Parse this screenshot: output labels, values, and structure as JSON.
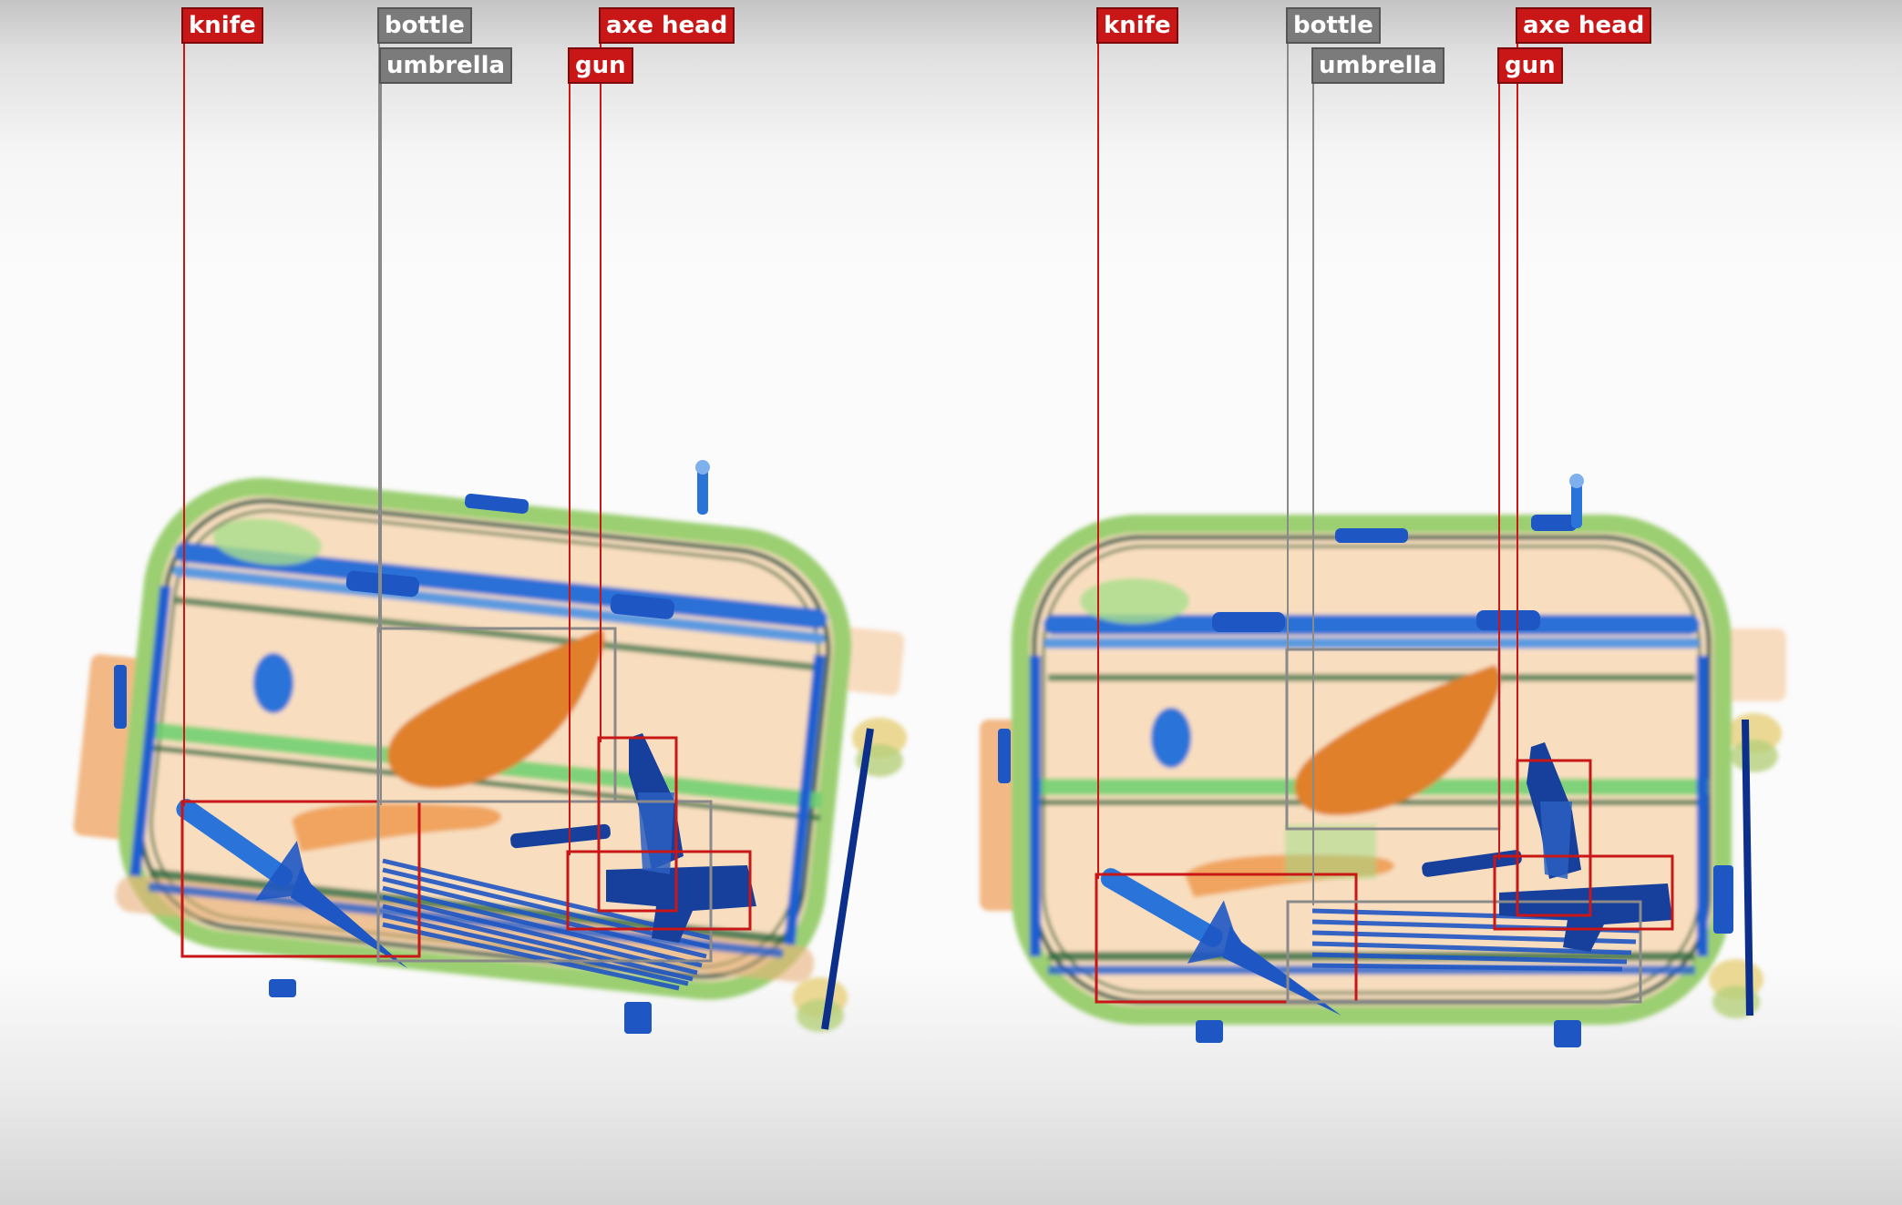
{
  "colors": {
    "threat": "#c91616",
    "benign": "#7b7b7b",
    "organic": "#e8923c",
    "mixed": "#7fcf6a",
    "metal": "#1d5fd0",
    "dense_metal": "#0b2f8a"
  },
  "panels": [
    {
      "labels": [
        {
          "text": "knife",
          "kind": "threat"
        },
        {
          "text": "bottle",
          "kind": "benign"
        },
        {
          "text": "umbrella",
          "kind": "benign"
        },
        {
          "text": "axe head",
          "kind": "threat"
        },
        {
          "text": "gun",
          "kind": "threat"
        }
      ]
    },
    {
      "labels": [
        {
          "text": "knife",
          "kind": "threat"
        },
        {
          "text": "bottle",
          "kind": "benign"
        },
        {
          "text": "umbrella",
          "kind": "benign"
        },
        {
          "text": "axe head",
          "kind": "threat"
        },
        {
          "text": "gun",
          "kind": "threat"
        }
      ]
    }
  ]
}
